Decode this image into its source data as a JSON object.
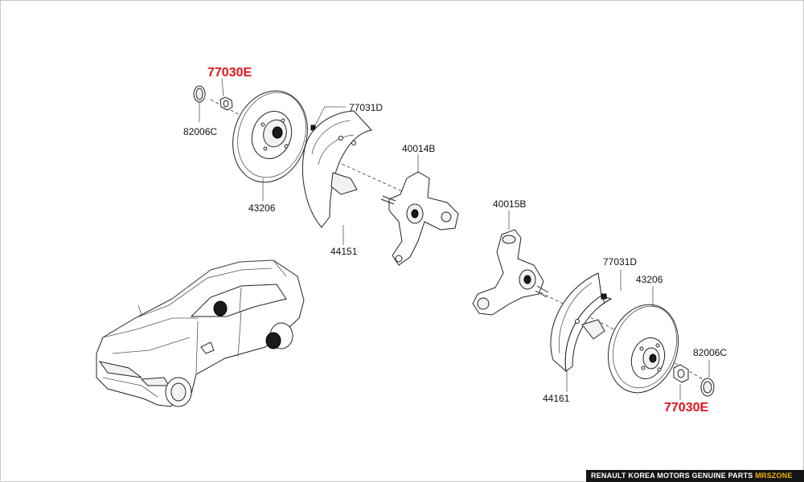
{
  "diagram": {
    "labels": {
      "p77030e_top": "77030E",
      "p82006c_top": "82006C",
      "p43206_top": "43206",
      "p77031d_top": "77031D",
      "p40014b": "40014B",
      "p44151": "44151",
      "p40015b": "40015B",
      "p77031d_bottom": "77031D",
      "p43206_bottom": "43206",
      "p82006c_bottom": "82006C",
      "p44161": "44161",
      "p77030e_bottom": "77030E"
    },
    "highlight_color": "#e3141c"
  },
  "footer": {
    "text": "RENAULT KOREA MOTORS GENUINE PARTS",
    "accent": "MRSZONE"
  }
}
